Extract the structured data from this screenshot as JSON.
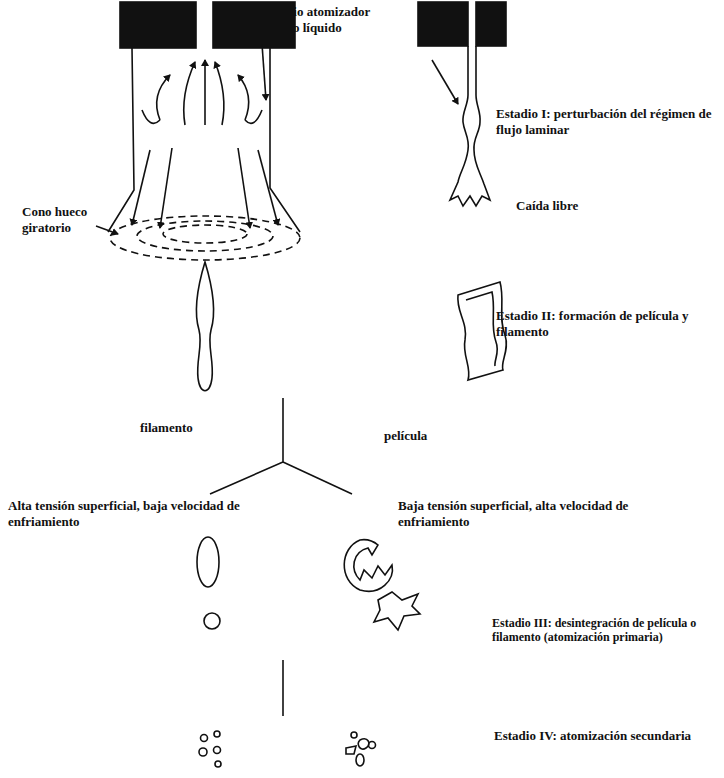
{
  "diagram": {
    "labels": [
      "Medio atomizador Gas o líquido",
      "Cono hueco giratorio",
      "Estadio I: perturbación del régimen de flujo laminar",
      "Caída libre",
      "Estadio II: formación de película y filamento",
      "filamento",
      "película",
      "Alta tensión superficial, baja velocidad de enfriamiento",
      "Baja tensión superficial, alta velocidad de enfriamiento",
      "Estadio III: desintegración de película o filamento (atomización primaria)",
      "Estadio IV: atomización secundaria"
    ]
  }
}
